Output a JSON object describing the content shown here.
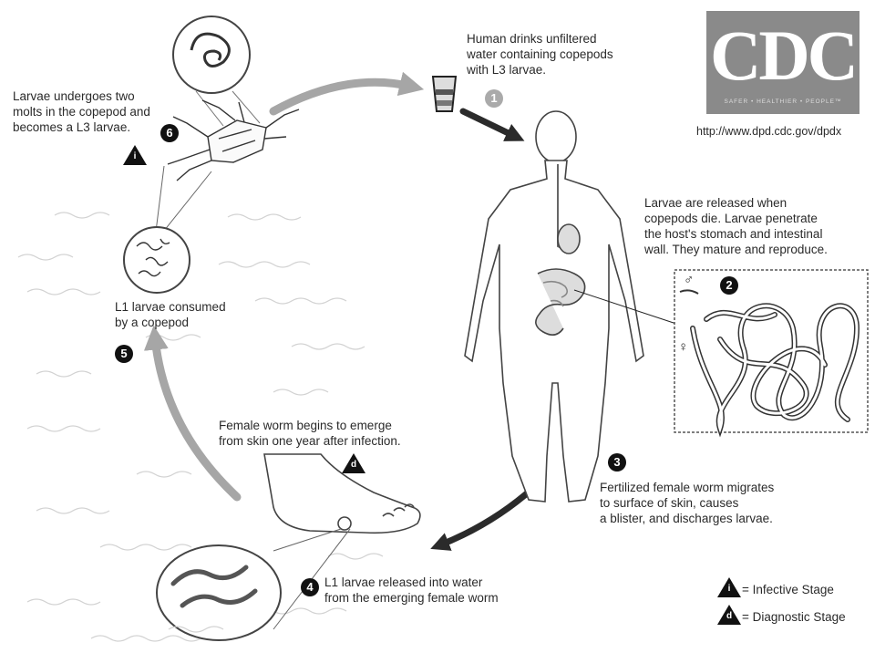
{
  "steps": [
    {
      "number": "1",
      "text": "Human drinks unfiltered\nwater containing copepods\nwith L3 larvae."
    },
    {
      "number": "2",
      "text": "Larvae are released when\ncopepods die. Larvae penetrate\nthe host's stomach and intestinal\nwall. They mature and reproduce."
    },
    {
      "number": "3",
      "text": "Fertilized female worm migrates\nto surface of skin, causes\na blister, and discharges larvae."
    },
    {
      "number": "4",
      "text": "L1 larvae released into water\nfrom the emerging female worm"
    },
    {
      "number": "5",
      "text": "L1 larvae consumed\nby a copepod"
    },
    {
      "number": "6",
      "text": "Larvae undergoes two\nmolts in the copepod and\nbecomes a L3 larvae."
    }
  ],
  "emerge_note": "Female worm begins to emerge\nfrom skin one year after infection.",
  "logo": {
    "text": "CDC",
    "tagline": "SAFER • HEALTHIER • PEOPLE™"
  },
  "url": "http://www.dpd.cdc.gov/dpdx",
  "legend": {
    "infective_symbol": "i",
    "infective_label": "= Infective Stage",
    "diagnostic_symbol": "d",
    "diagnostic_label": "= Diagnostic Stage"
  },
  "sex_symbols": {
    "male": "♂",
    "female": "♀"
  },
  "colors": {
    "cycle_arrow": "#a6a6a6",
    "step_arrow": "#2b2b2b",
    "badge": "#111111",
    "badge_light": "#aaaaaa"
  }
}
